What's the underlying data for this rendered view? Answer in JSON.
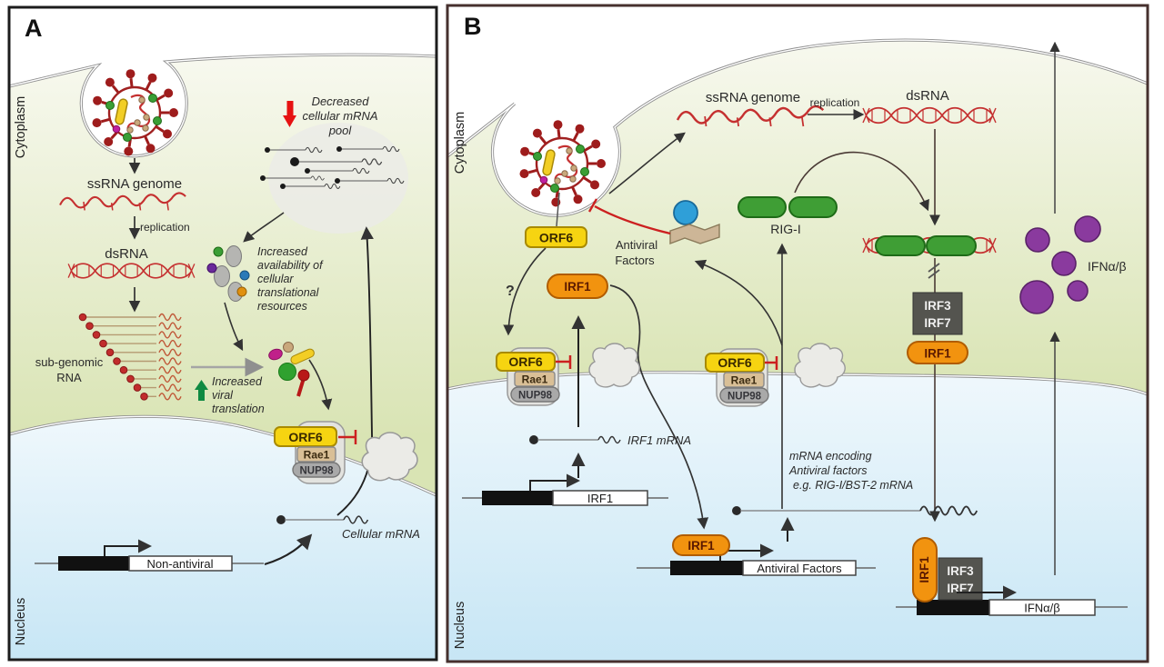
{
  "panelA": {
    "label": "A",
    "cytoplasm": "Cytoplasm",
    "nucleus": "Nucleus",
    "ssrna_genome": "ssRNA genome",
    "replication": "replication",
    "dsrna": "dsRNA",
    "subgenomic": {
      "line1": "sub-genomic",
      "line2": "RNA"
    },
    "decreased_pool": {
      "line1": "Decreased",
      "line2": "cellular mRNA",
      "line3": "pool"
    },
    "availability": {
      "line1": "Increased",
      "line2": "availability of",
      "line3": "cellular",
      "line4": "translational",
      "line5": "resources"
    },
    "viral_translation": {
      "line1": "Increased",
      "line2": "viral",
      "line3": "translation"
    },
    "orf6": "ORF6",
    "rae1": "Rae1",
    "nup98": "NUP98",
    "cellular_mrna": "Cellular mRNA",
    "gene_nonantiviral": "Non-antiviral"
  },
  "panelB": {
    "label": "B",
    "cytoplasm": "Cytoplasm",
    "nucleus": "Nucleus",
    "ssrna_genome": "ssRNA genome",
    "replication": "replication",
    "dsrna": "dsRNA",
    "question_mark": "?",
    "orf6": "ORF6",
    "rae1": "Rae1",
    "nup98": "NUP98",
    "irf1": "IRF1",
    "irf3": "IRF3",
    "irf7": "IRF7",
    "rigi": "RIG-I",
    "antiviral_factors": {
      "line1": "Antiviral",
      "line2": "Factors"
    },
    "ifn_label": "IFNα/β",
    "irf1_mrna": "IRF1 mRNA",
    "mrna_encoding": {
      "line1": "mRNA encoding",
      "line2": "Antiviral factors",
      "line3": "e.g. RIG-I/BST-2 mRNA"
    },
    "gene_irf1": "IRF1",
    "gene_antiviral": "Antiviral Factors",
    "gene_ifn": "IFNα/β"
  },
  "colors": {
    "orf6_yellow": "#f6d411",
    "rae1_tan": "#d9bf96",
    "nup98_gray": "#a9a9a9",
    "irf1_orange": "#f2930f",
    "irf37_darkgray": "#54544f",
    "rigi_green": "#3f9e35",
    "ifn_purple": "#8a3a9e",
    "ribbon_tan": "#cdb697",
    "factor_blue": "#2f9fd8",
    "rna_red": "#c53030",
    "inhibition_red": "#cc2020",
    "cytoplasm_green": "#dce6ba",
    "nucleus_blue": "#cfe9f6"
  }
}
